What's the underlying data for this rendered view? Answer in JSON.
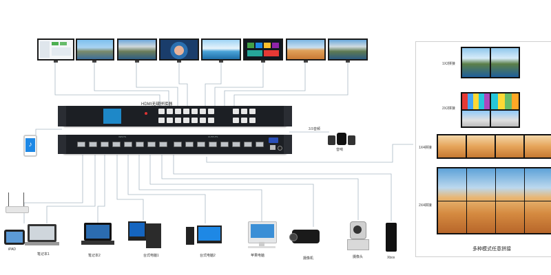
{
  "matrix": {
    "title": "HDMI无缝拼接器",
    "brand_front": "",
    "input_label": "INPUTS",
    "output_label": "OUTPUTS"
  },
  "audio": {
    "label_line": "3.5音频",
    "label_speaker": "音响"
  },
  "sources": [
    {
      "label": "iPAD"
    },
    {
      "label": "笔记本1"
    },
    {
      "label": "笔记本2"
    },
    {
      "label": "台式电脑1"
    },
    {
      "label": "台式电脑2"
    },
    {
      "label": "苹果电脑"
    },
    {
      "label": "摄像机"
    },
    {
      "label": "摄像头"
    },
    {
      "label": "Xbox"
    }
  ],
  "wall": {
    "title": "多种模式任意拼接",
    "modes": [
      {
        "label": "1X2拼接"
      },
      {
        "label": "2X2拼接"
      },
      {
        "label": "1X4拼接"
      },
      {
        "label": "2X4拼接"
      }
    ]
  },
  "colors": {
    "line": "#a8b8c4",
    "unit": "#1c1f24",
    "screen_blue": "#1e88c8"
  }
}
